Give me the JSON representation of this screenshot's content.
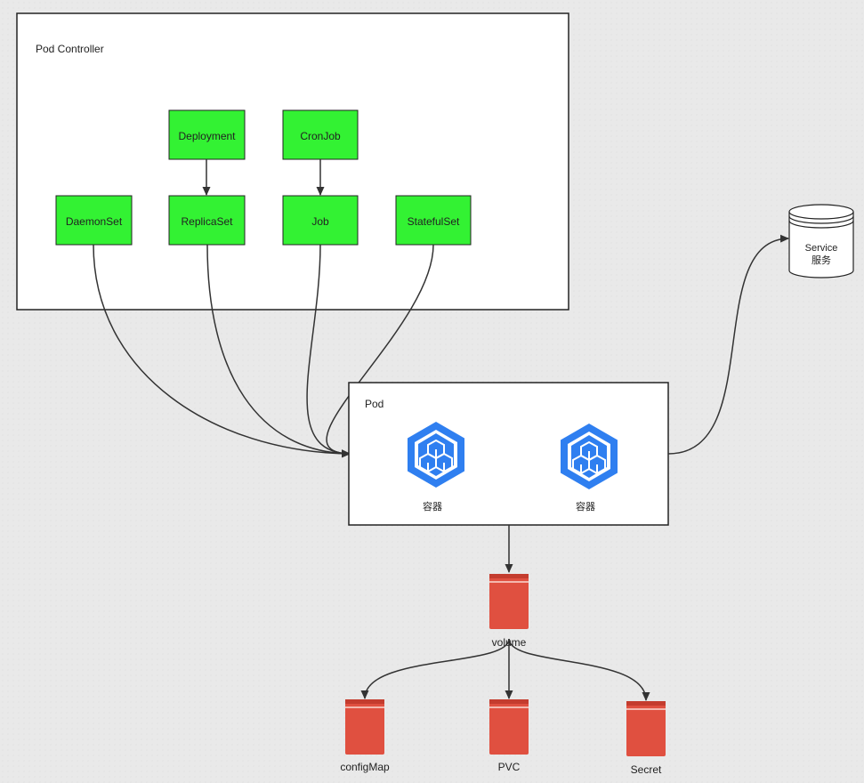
{
  "pod_controller": {
    "title": "Pod Controller",
    "nodes": {
      "deployment": "Deployment",
      "cronjob": "CronJob",
      "daemonset": "DaemonSet",
      "replicaset": "ReplicaSet",
      "job": "Job",
      "statefulset": "StatefulSet"
    }
  },
  "pod": {
    "title": "Pod",
    "containers": [
      "容器",
      "容器"
    ]
  },
  "service": {
    "line1": "Service",
    "line2": "服务"
  },
  "storage": {
    "volume": "volume",
    "configmap": "configMap",
    "pvc": "PVC",
    "secret": "Secret"
  },
  "colors": {
    "controller_node_fill": "#33f233",
    "storage_red": "#e05040",
    "container_icon_blue": "#2f7ff0",
    "edge": "#333333"
  }
}
